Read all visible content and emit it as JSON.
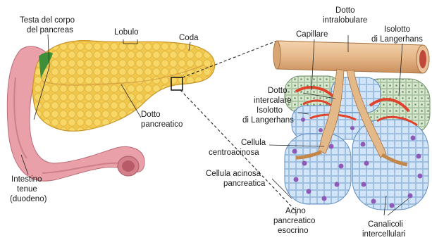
{
  "labels": {
    "testa": [
      "Testa del corpo",
      "del pancreas"
    ],
    "lobulo": "Lobulo",
    "coda": "Coda",
    "dotto_pancreatico": [
      "Dotto",
      "pancreatico"
    ],
    "intestino": [
      "Intestino",
      "tenue",
      "(duodeno)"
    ],
    "capillare": "Capillare",
    "dotto_intralobulare": [
      "Dotto",
      "intralobulare"
    ],
    "isolotto_right": [
      "Isolotto",
      "di Langerhans"
    ],
    "dotto_intercalare": [
      "Dotto",
      "intercalare"
    ],
    "isolotto_left": [
      "Isolotto",
      "di Langerhans"
    ],
    "cellula_centroacinosa": [
      "Cellula",
      "centroacinosa"
    ],
    "cellula_acinosa": [
      "Cellula acinosa",
      "pancreatica"
    ],
    "acino": [
      "Acino",
      "pancreatico",
      "esocrino"
    ],
    "canalicoli": [
      "Canalicoli",
      "intercellulari"
    ]
  },
  "colors": {
    "pancreas": "#f2c94c",
    "pancreas_edge": "#c9952a",
    "duodenum": "#e9a0a8",
    "duodenum_dark": "#c9707c",
    "duct": "#e4b98a",
    "acinus": "#9ec3ea",
    "acinus_cell": "#c9def5",
    "nucleus": "#8d5ab8",
    "islet": "#bfd8b6",
    "capillary": "#e0432c"
  }
}
